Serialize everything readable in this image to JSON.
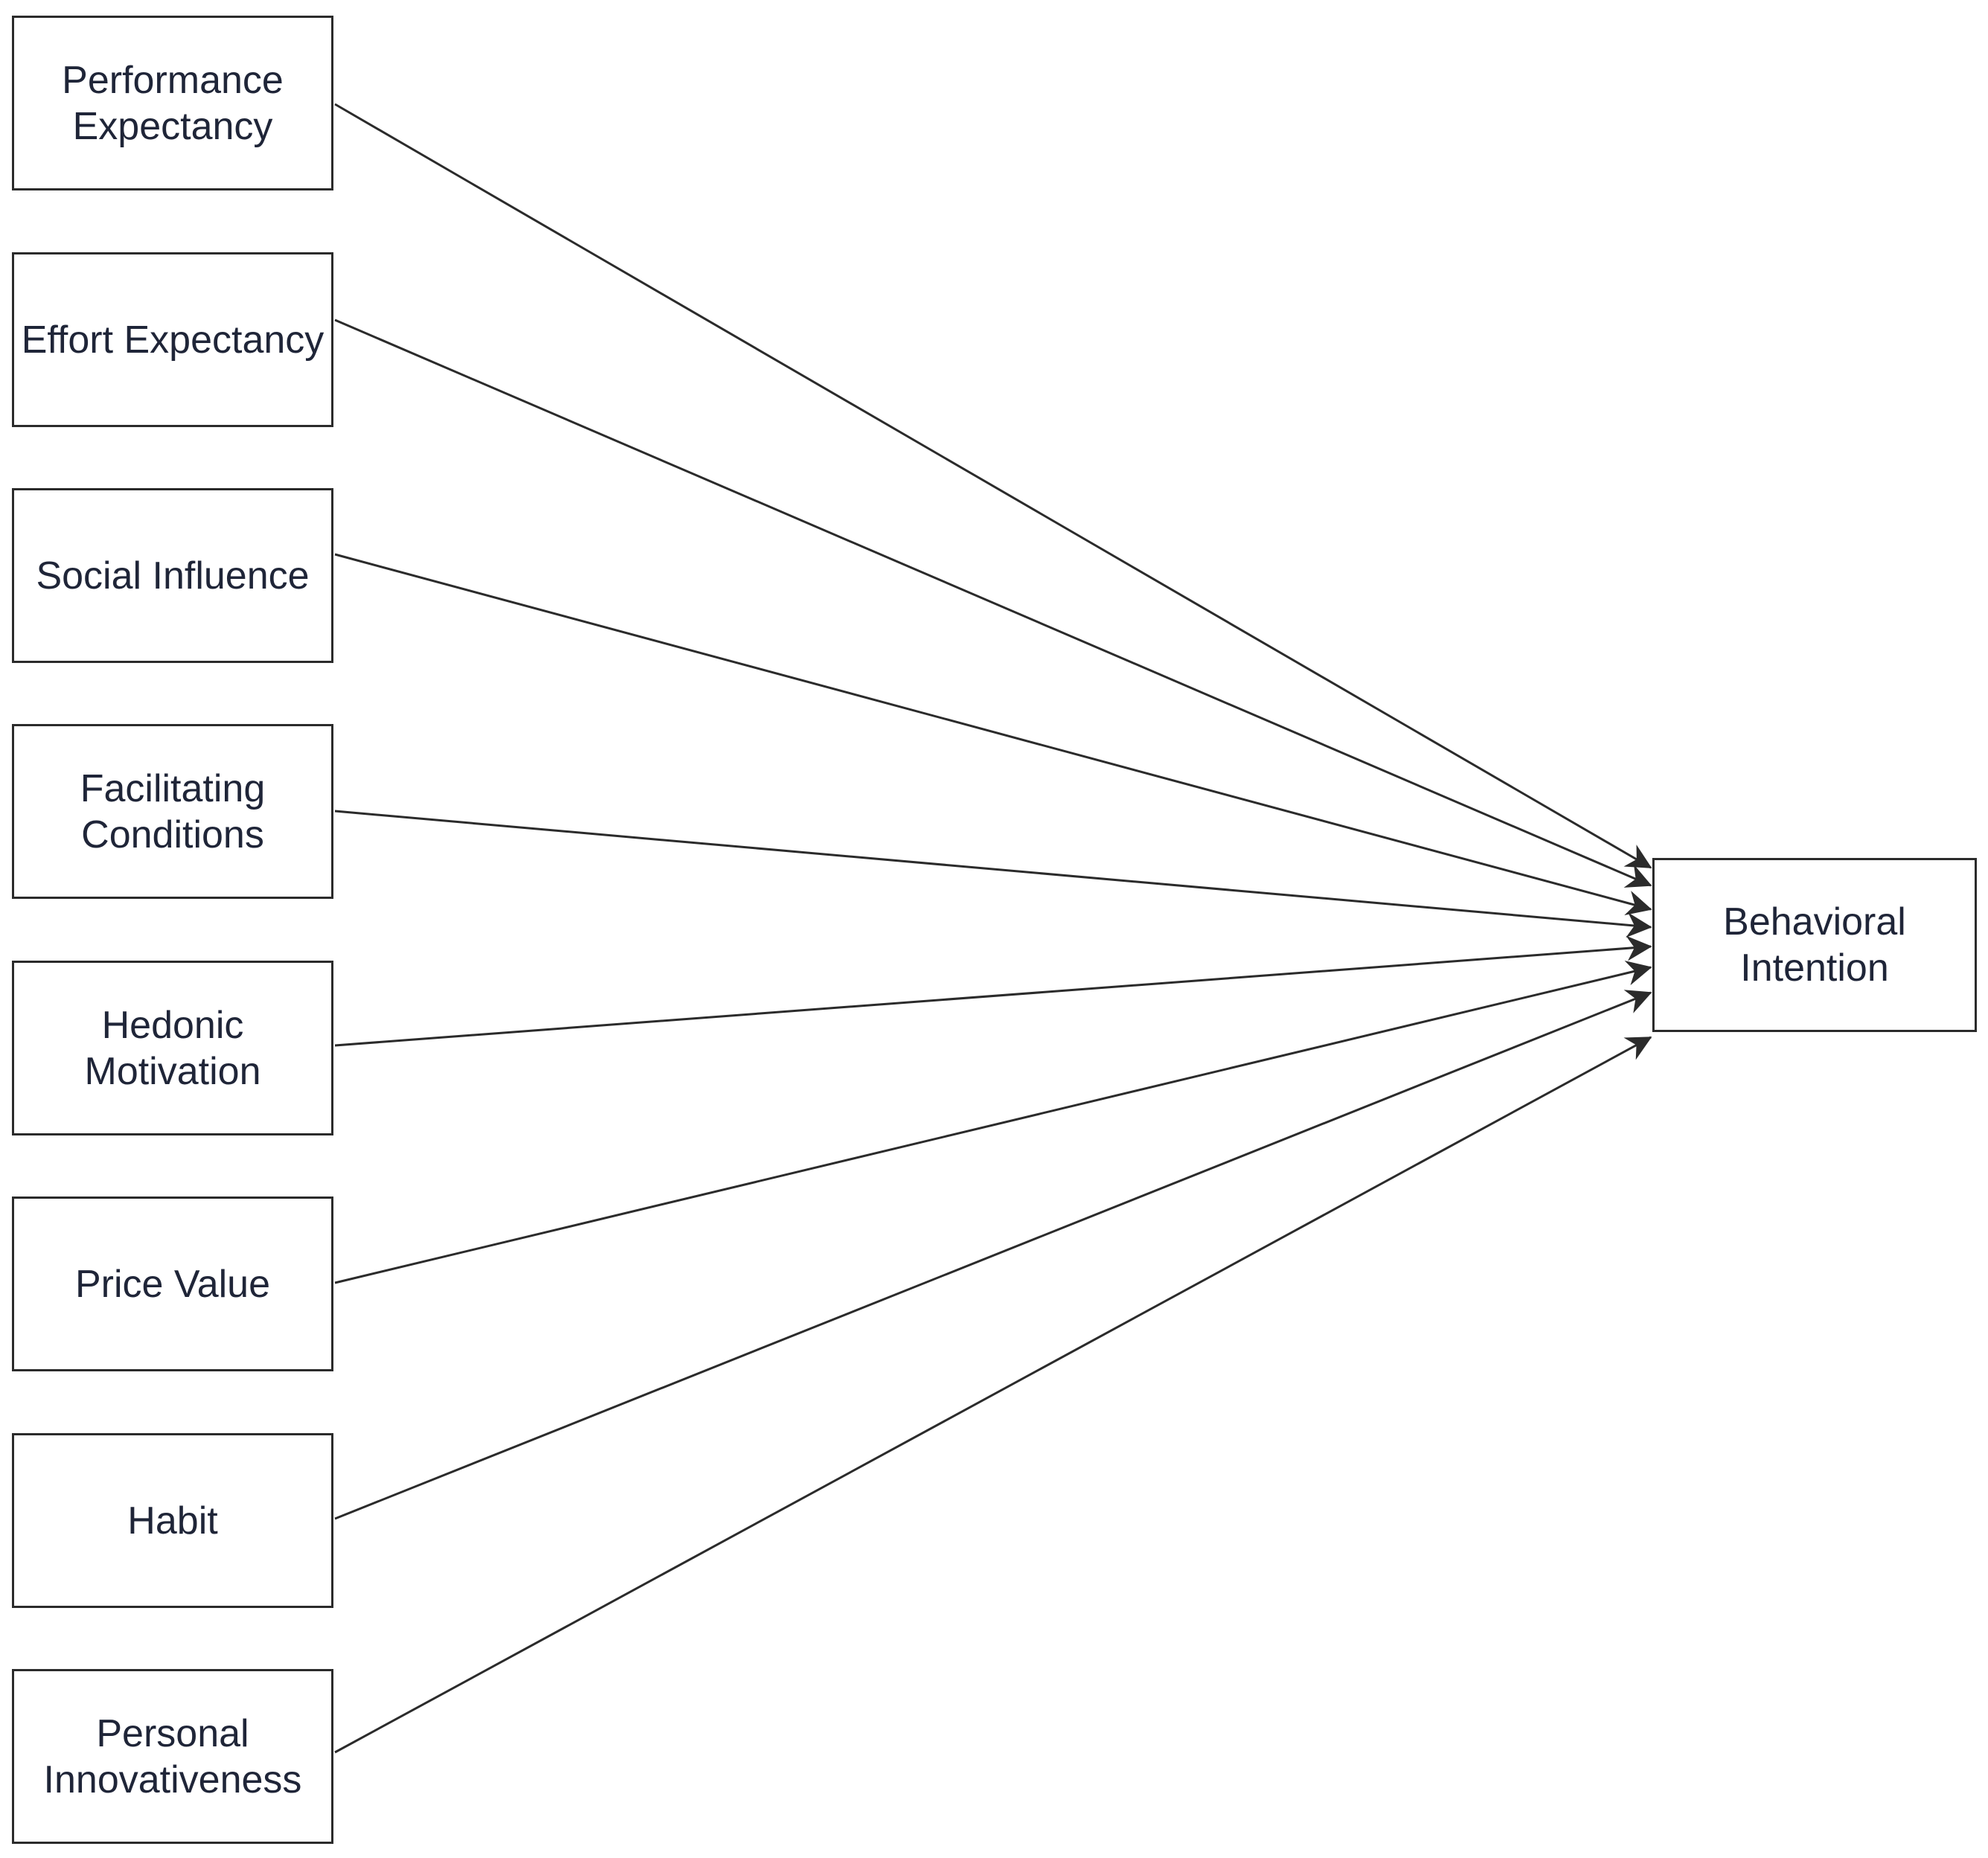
{
  "diagram": {
    "predictors": [
      {
        "id": "performance-expectancy",
        "label": "Performance\nExpectancy"
      },
      {
        "id": "effort-expectancy",
        "label": "Effort Expectancy"
      },
      {
        "id": "social-influence",
        "label": "Social Influence"
      },
      {
        "id": "facilitating-conditions",
        "label": "Facilitating\nConditions"
      },
      {
        "id": "hedonic-motivation",
        "label": "Hedonic\nMotivation"
      },
      {
        "id": "price-value",
        "label": "Price Value"
      },
      {
        "id": "habit",
        "label": "Habit"
      },
      {
        "id": "personal-innovativeness",
        "label": "Personal\nInnovativeness"
      }
    ],
    "outcome": {
      "id": "behavioral-intention",
      "label": "Behavioral\nIntention"
    },
    "edges": [
      {
        "from": "performance-expectancy",
        "to": "behavioral-intention"
      },
      {
        "from": "effort-expectancy",
        "to": "behavioral-intention"
      },
      {
        "from": "social-influence",
        "to": "behavioral-intention"
      },
      {
        "from": "facilitating-conditions",
        "to": "behavioral-intention"
      },
      {
        "from": "hedonic-motivation",
        "to": "behavioral-intention"
      },
      {
        "from": "price-value",
        "to": "behavioral-intention"
      },
      {
        "from": "habit",
        "to": "behavioral-intention"
      },
      {
        "from": "personal-innovativeness",
        "to": "behavioral-intention"
      }
    ],
    "colors": {
      "line": "#2b2b2b",
      "text": "#1f2538",
      "background": "#ffffff"
    }
  }
}
